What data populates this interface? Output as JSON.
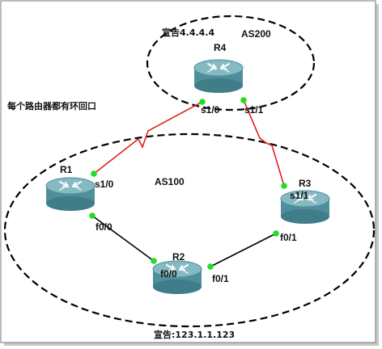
{
  "notes": {
    "loopback_note": "每个路由器都有环回口",
    "r4_announce": "宣告4.4.4.4",
    "r2_announce": "宣告:123.1.1.123"
  },
  "as_regions": {
    "as200": "AS200",
    "as100": "AS100"
  },
  "routers": {
    "r1": "R1",
    "r2": "R2",
    "r3": "R3",
    "r4": "R4"
  },
  "interfaces": {
    "r4_s1_0": "s1/0",
    "r4_s1_1": "s1/1",
    "r1_s1_0": "s1/0",
    "r1_f0_0": "f0/0",
    "r2_f0_0": "f0/0",
    "r2_f0_1": "f0/1",
    "r3_s1_1": "s1/1",
    "r3_f0_1": "f0/1"
  },
  "colors": {
    "router_body": "#4f8f9a",
    "router_top": "#86bac2",
    "serial_link": "#e0201c",
    "ethernet_link": "#000000",
    "port_dot": "#22dd22",
    "region_border": "#000000"
  },
  "icons": {
    "router": "router-icon",
    "port": "port-dot-icon"
  }
}
